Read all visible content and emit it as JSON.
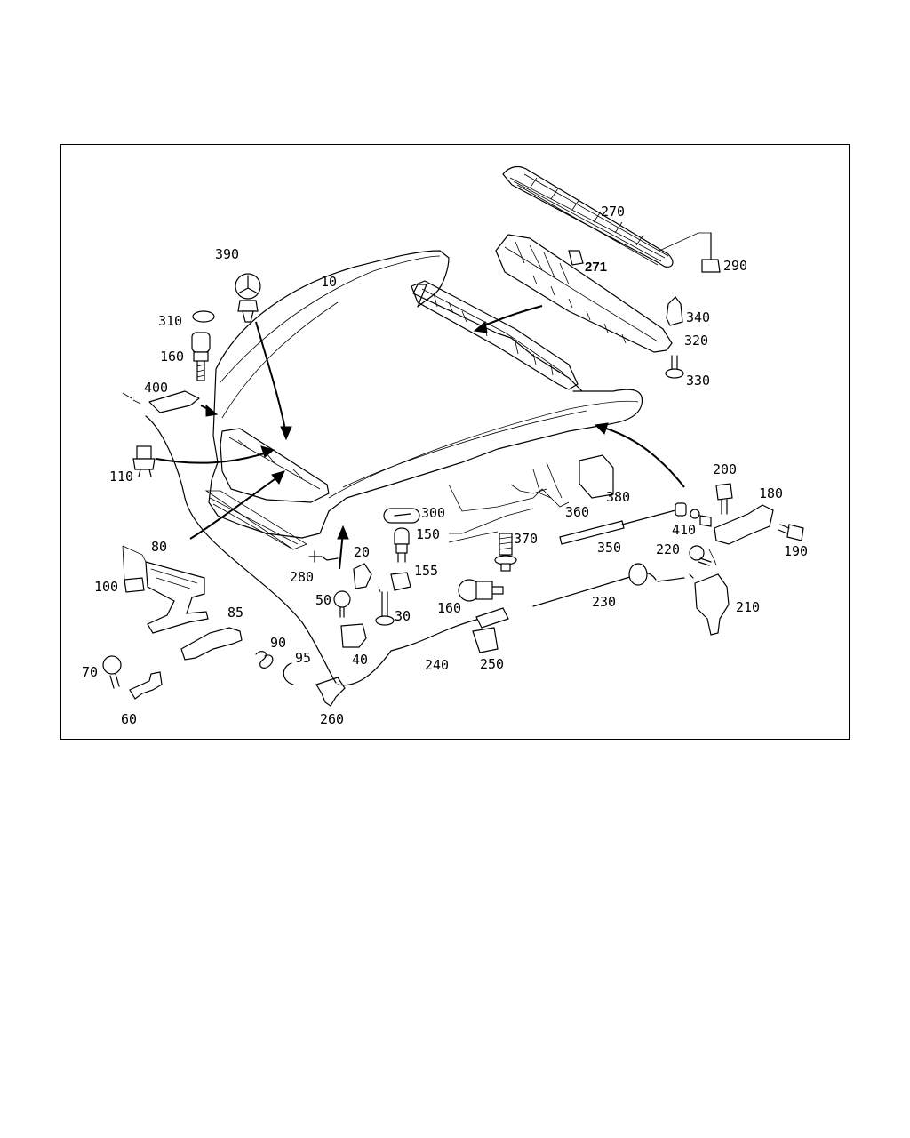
{
  "labels": {
    "p10": "10",
    "p20": "20",
    "p30": "30",
    "p40": "40",
    "p50": "50",
    "p60": "60",
    "p70": "70",
    "p80": "80",
    "p85": "85",
    "p90": "90",
    "p95": "95",
    "p100": "100",
    "p110": "110",
    "p150": "150",
    "p155": "155",
    "p160a": "160",
    "p160b": "160",
    "p180": "180",
    "p190": "190",
    "p200": "200",
    "p210": "210",
    "p220": "220",
    "p230": "230",
    "p240": "240",
    "p250": "250",
    "p260": "260",
    "p270": "270",
    "p271": "271",
    "p280": "280",
    "p290": "290",
    "p300": "300",
    "p310": "310",
    "p320": "320",
    "p330": "330",
    "p340": "340",
    "p350": "350",
    "p360": "360",
    "p370": "370",
    "p380": "380",
    "p390": "390",
    "p400": "400",
    "p410": "410"
  }
}
